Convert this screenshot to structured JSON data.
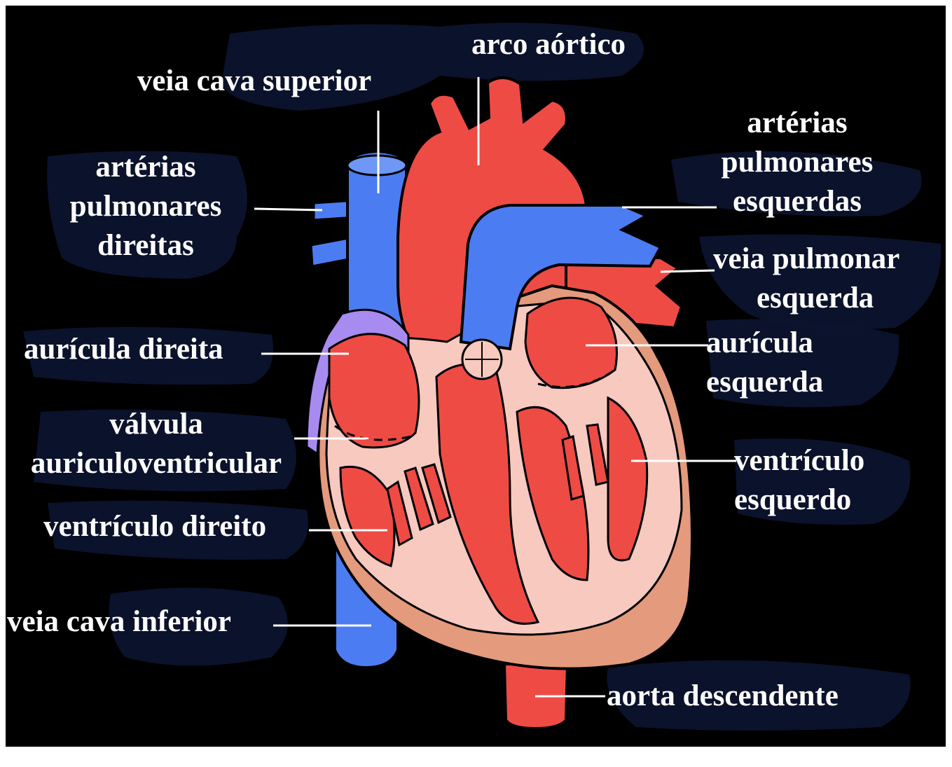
{
  "diagram": {
    "colors": {
      "background": "#000000",
      "vein": "#4c7cf2",
      "artery": "#ee4b45",
      "muscle": "#f08a80",
      "interior": "#f7c9bf",
      "pericardium_base": "#e49a7c",
      "right_atrium_wall": "#a88bf0",
      "leader": "#ffffff"
    },
    "labels": {
      "arco_aortico": "arco aórtico",
      "veia_cava_superior": "veia cava superior",
      "arterias_pulmonares_direitas": [
        "artérias",
        "pulmonares",
        "direitas"
      ],
      "arterias_pulmonares_esquerdas": [
        "artérias",
        "pulmonares",
        "esquerdas"
      ],
      "veia_pulmonar_esquerda": [
        "veia pulmonar",
        "esquerda"
      ],
      "auricula_direita": "aurícula direita",
      "auricula_esquerda": [
        "aurícula",
        "esquerda"
      ],
      "valvula": [
        "válvula",
        "auriculoventricular"
      ],
      "ventriculo_direito": "ventrículo direito",
      "ventriculo_esquerdo": [
        "ventrículo",
        "esquerdo"
      ],
      "veia_cava_inferior": "veia cava inferior",
      "aorta_descendente": "aorta descendente"
    }
  }
}
